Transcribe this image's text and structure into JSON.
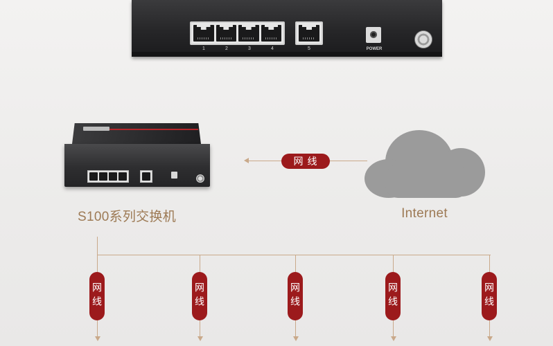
{
  "top_switch": {
    "port_numbers": [
      "1",
      "2",
      "3",
      "4",
      "5"
    ],
    "power_label": "POWER"
  },
  "small_switch": {
    "caption": "S100系列交换机"
  },
  "internet": {
    "caption": "Internet"
  },
  "cable_label": "网线",
  "colors": {
    "accent_red": "#9c1a1c",
    "caption_brown": "#9d7a55",
    "line_tan": "#c9a98a",
    "cloud_gray": "#9b9b9b"
  }
}
